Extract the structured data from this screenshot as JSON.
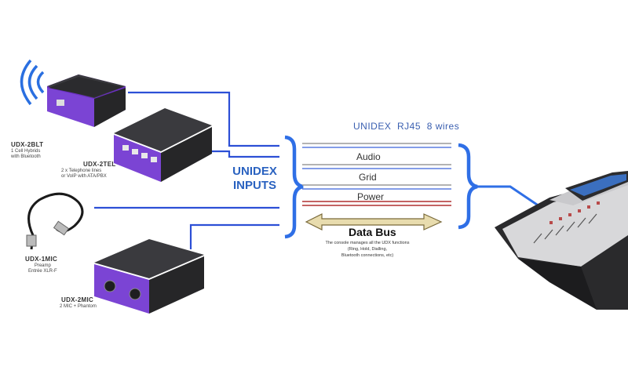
{
  "colors": {
    "link": "#2c4fd6",
    "brace": "#2f6fe6",
    "device_purple": "#6a2fc2",
    "device_body": "#2b2b2e",
    "wire_blue": "#5c7de0",
    "wire_red": "#b03030",
    "wire_gray": "#9a9a9a",
    "arrow_fill": "#e8dcae"
  },
  "inputs_title": [
    "UNIDEX",
    "INPUTS"
  ],
  "bus": {
    "title": "UNIDEX  RJ45  8 wires",
    "wires": [
      "Audio",
      "Grid",
      "Power"
    ]
  },
  "data_bus": {
    "title": "Data Bus",
    "note": [
      "The console manages all the UDX functions",
      "(Ring, Hold, Dialling,",
      "Bluetooth connections, etc)"
    ]
  },
  "devices": [
    {
      "name": "UDX-2BLT",
      "desc": [
        "1 Cell Hybrids",
        "with Bluetooth"
      ],
      "icon": "bluetooth-wireless-icon"
    },
    {
      "name": "UDX-2TEL",
      "desc": [
        "2 x Telephone  lines",
        "or VoIP with ATA/PBX"
      ],
      "icon": "rj45-ports-icon"
    },
    {
      "name": "UDX-1MIC",
      "desc": [
        "Preamp",
        "Entrée XLR-F"
      ],
      "icon": "xlr-cable-icon"
    },
    {
      "name": "UDX-2MIC",
      "desc": [
        "2 MIC + Phantom"
      ],
      "icon": "xlr-ports-icon"
    }
  ],
  "console_icon": "mixing-console-icon"
}
